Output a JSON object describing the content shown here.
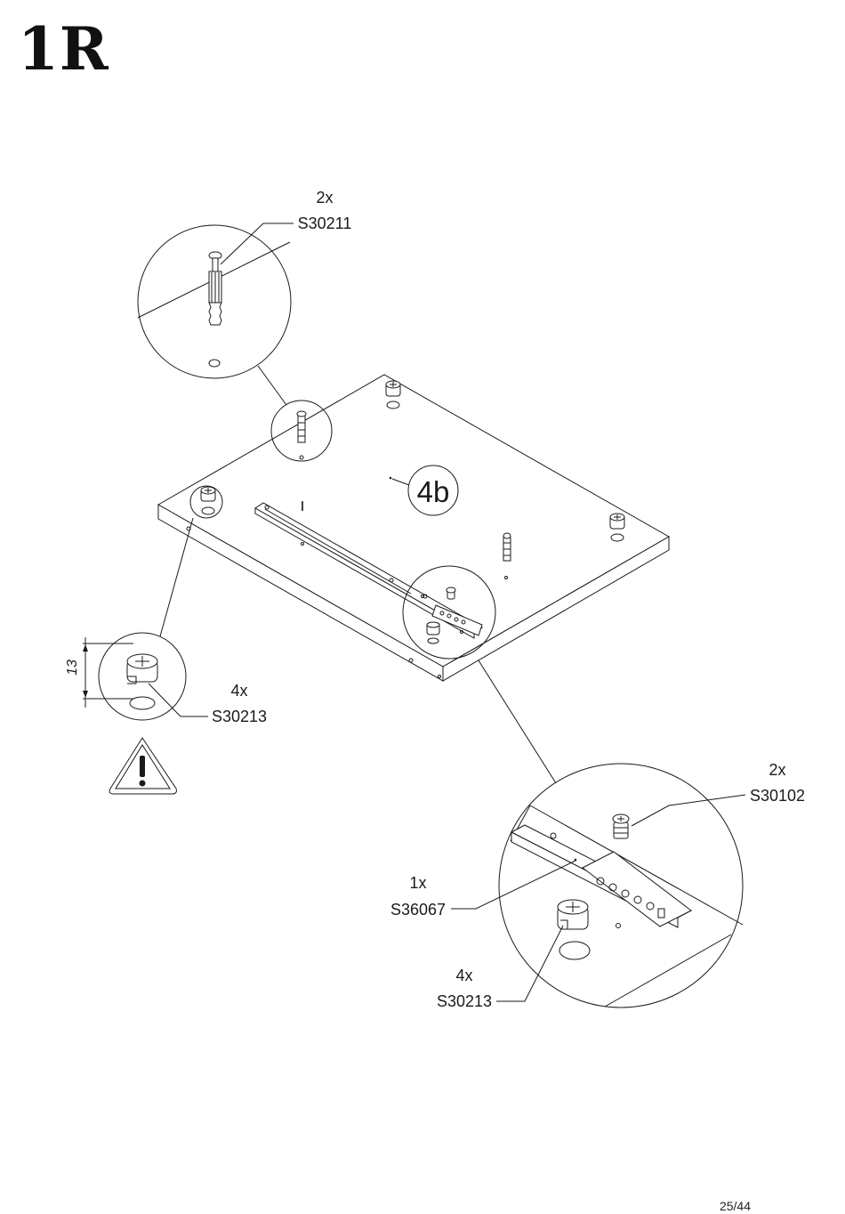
{
  "step": "1R",
  "page_number": "25/44",
  "panel_label": "4b",
  "dimension": "13",
  "callouts": {
    "dowel": {
      "qty": "2x",
      "code": "S30211",
      "icon": "wood-dowel-screw-icon"
    },
    "cam_left": {
      "qty": "4x",
      "code": "S30213",
      "icon": "cam-lock-icon"
    },
    "screw": {
      "qty": "2x",
      "code": "S30102",
      "icon": "screw-icon"
    },
    "rail": {
      "qty": "1x",
      "code": "S36067",
      "icon": "drawer-rail-icon"
    },
    "cam_right": {
      "qty": "4x",
      "code": "S30213",
      "icon": "cam-lock-icon"
    }
  },
  "warning_icon": "exclamation-triangle-icon",
  "colors": {
    "line": "#1a1a1a",
    "background": "#ffffff"
  }
}
